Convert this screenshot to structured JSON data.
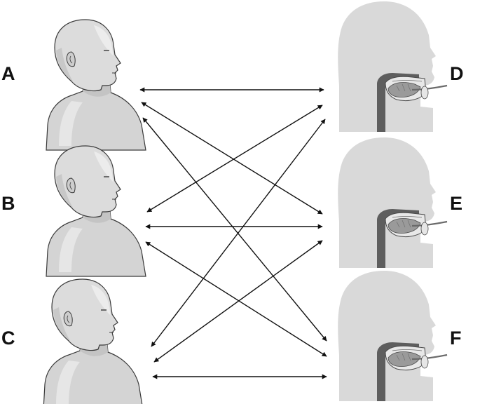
{
  "labels": {
    "a": "A",
    "b": "B",
    "c": "C",
    "d": "D",
    "e": "E",
    "f": "F"
  },
  "colors": {
    "skin_light": "#e3e3e3",
    "skin_mid": "#cfcfcf",
    "skin_shadow": "#b9b9b9",
    "outline": "#3a3a3a",
    "silhouette": "#d9d9d9",
    "airway_dark": "#5e5e5e",
    "tongue": "#9a9a9a",
    "arrow": "#111111"
  },
  "icons": {
    "upright_head": "head-profile-icon",
    "airway_head": "head-airway-cross-section-icon"
  }
}
